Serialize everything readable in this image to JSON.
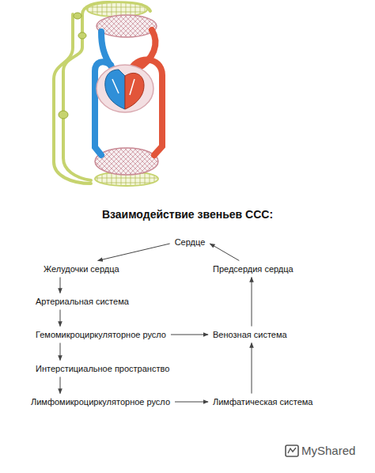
{
  "diagram": {
    "title": "Взаимодействие звеньев ССС:",
    "nodes": [
      {
        "text": [
          "Сердце"
        ]
      },
      {
        "text": [
          "Желудочки сердца"
        ]
      },
      {
        "text": [
          "Предсердия сердца"
        ]
      },
      {
        "text": [
          "Артериальная система"
        ]
      },
      {
        "text": [
          "Гемомикроциркуляторное русло"
        ]
      },
      {
        "text": [
          "Венозная система"
        ]
      },
      {
        "text": [
          "Интерстициальное пространство"
        ]
      },
      {
        "text": [
          "Лимфомикроциркуляторное русло"
        ]
      },
      {
        "text": [
          "Лимфатическая система"
        ]
      }
    ],
    "edges": [
      {
        "from": 0,
        "to": 1,
        "arrow": "to"
      },
      {
        "from": 2,
        "to": 0,
        "arrow": "to"
      },
      {
        "from": 1,
        "to": 3,
        "arrow": "to"
      },
      {
        "from": 3,
        "to": 4,
        "arrow": "to"
      },
      {
        "from": 4,
        "to": 5,
        "arrow": "to"
      },
      {
        "from": 4,
        "to": 6,
        "arrow": "to"
      },
      {
        "from": 6,
        "to": 7,
        "arrow": "to"
      },
      {
        "from": 7,
        "to": 8,
        "arrow": "to"
      },
      {
        "from": 8,
        "to": 5,
        "arrow": "to"
      },
      {
        "from": 5,
        "to": 2,
        "arrow": "to"
      }
    ],
    "labels": [
      "MyShared"
    ]
  }
}
